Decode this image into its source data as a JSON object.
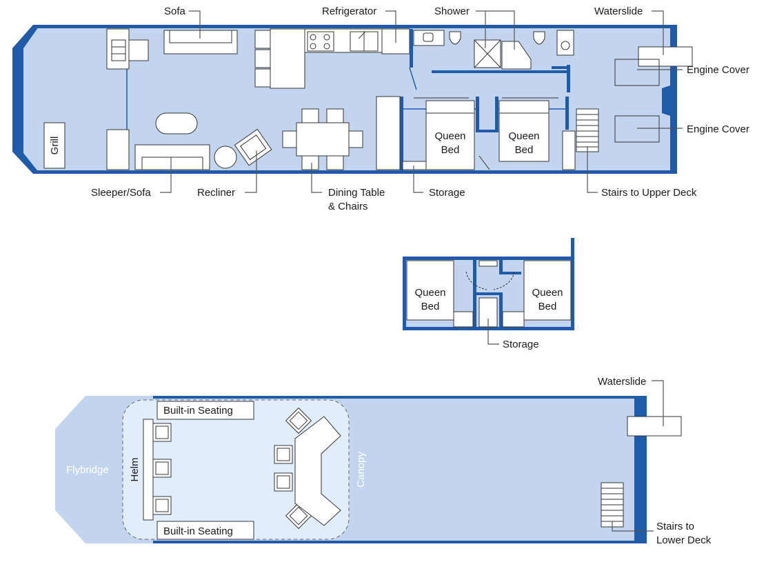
{
  "lower_deck": {
    "callouts": {
      "sofa": "Sofa",
      "refrigerator": "Refrigerator",
      "shower": "Shower",
      "waterslide": "Waterslide",
      "engine_cover_1": "Engine Cover",
      "engine_cover_2": "Engine Cover",
      "sleeper_sofa": "Sleeper/Sofa",
      "recliner": "Recliner",
      "dining_1": "Dining Table",
      "dining_2": "& Chairs",
      "storage": "Storage",
      "stairs": "Stairs to Upper Deck"
    },
    "grill": "Grill",
    "bed_1": [
      "Queen",
      "Bed"
    ],
    "bed_2": [
      "Queen",
      "Bed"
    ]
  },
  "mid_deck": {
    "bed_1": [
      "Queen",
      "Bed"
    ],
    "bed_2": [
      "Queen",
      "Bed"
    ],
    "storage": "Storage"
  },
  "upper_deck": {
    "flybridge": "Flybridge",
    "helm": "Helm",
    "canopy": "Canopy",
    "seating_top": "Built-in Seating",
    "seating_bottom": "Built-in Seating",
    "waterslide": "Waterslide",
    "stairs_1": "Stairs to",
    "stairs_2": "Lower Deck"
  },
  "colors": {
    "floor": "#c3d5ee",
    "wall": "#1f5ba8",
    "canopy": "#e1edfa"
  }
}
